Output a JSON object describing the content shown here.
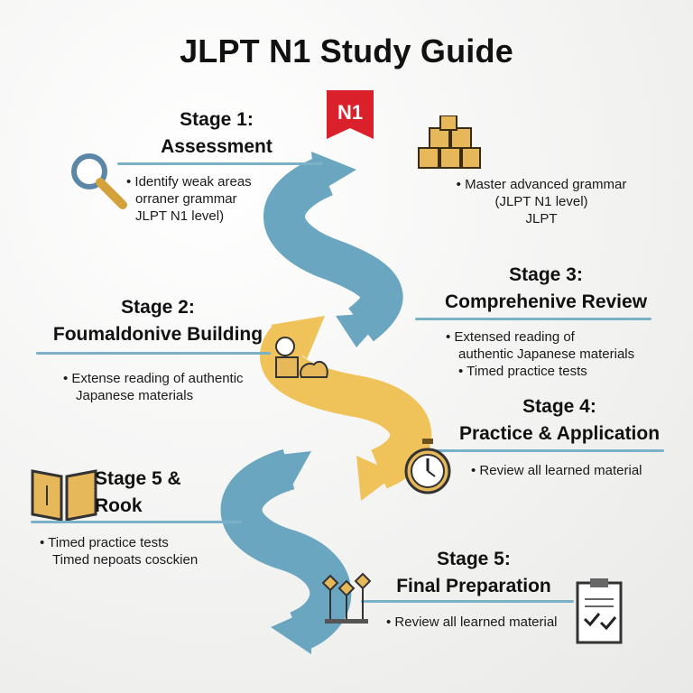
{
  "title": "JLPT N1 Study Guide",
  "badge": {
    "text": "N1",
    "color": "#d9202b"
  },
  "colors": {
    "blue": "#6aa6bf",
    "yellow": "#f0c25a",
    "rule": "#7ab0c8"
  },
  "stages": {
    "s1": {
      "title_line1": "Stage 1:",
      "title_line2": "Assessment",
      "bullets": [
        "Identify weak areas",
        "orraner grammar",
        "JLPT N1 level)"
      ]
    },
    "master": {
      "bullets": [
        "Master advanced grammar",
        "(JLPT N1 level)",
        "JLPT"
      ]
    },
    "s3": {
      "title_line1": "Stage 3:",
      "title_line2": "Comprehenive Review",
      "bullets": [
        "Extensed reading of",
        "authentic Japanese materials",
        "Timed practice tests"
      ]
    },
    "s2": {
      "title_line1": "Stage 2:",
      "title_line2": "Foumaldonive Building",
      "bullets": [
        "Extense reading of authentic",
        "Japanese materials"
      ]
    },
    "s4": {
      "title_line1": "Stage 4:",
      "title_line2": "Practice & Application",
      "bullets": [
        "Review all learned material"
      ]
    },
    "s5b": {
      "title_line1": "Stage 5 &",
      "title_line2": "Rook",
      "bullets": [
        "Timed practice tests",
        "Timed nepoats cosckien"
      ]
    },
    "s5": {
      "title_line1": "Stage 5:",
      "title_line2": "Final Preparation",
      "bullets": [
        "Review all learned material"
      ]
    }
  }
}
